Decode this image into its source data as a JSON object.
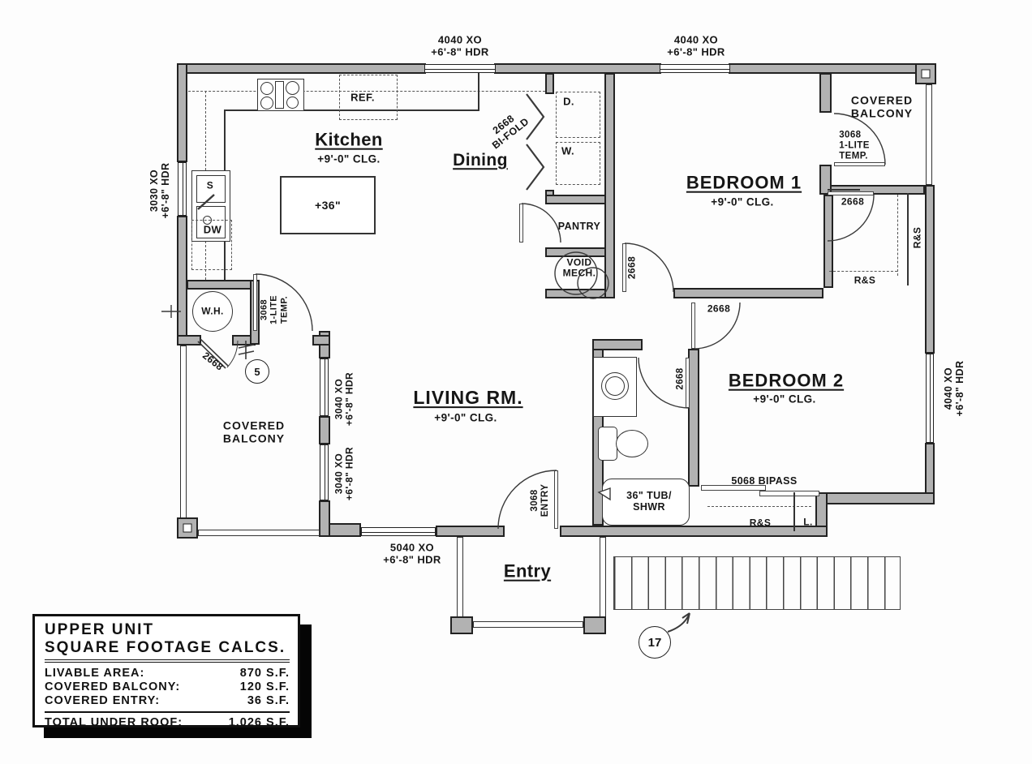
{
  "plan": {
    "windows": {
      "top_left": "4040 XO\n+6'-8\" HDR",
      "top_right": "4040 XO\n+6'-8\" HDR",
      "left": "3030 XO\n+6'-8\" HDR",
      "balcony_upper": "3040 XO\n+6'-8\" HDR",
      "balcony_lower": "3040 XO\n+6'-8\" HDR",
      "right": "4040 XO\n+6'-8\" HDR",
      "bottom": "5040 XO\n+6'-8\" HDR"
    },
    "rooms": {
      "kitchen": {
        "name": "Kitchen",
        "ceiling": "+9'-0\" CLG."
      },
      "dining": {
        "name": "Dining"
      },
      "living": {
        "name": "LIVING RM.",
        "ceiling": "+9'-0\" CLG."
      },
      "bedroom1": {
        "name": "BEDROOM 1",
        "ceiling": "+9'-0\" CLG."
      },
      "bedroom2": {
        "name": "BEDROOM 2",
        "ceiling": "+9'-0\" CLG."
      },
      "entry": {
        "name": "Entry"
      },
      "pantry": {
        "name": "PANTRY"
      },
      "void_mech": {
        "name": "VOID\nMECH."
      },
      "balcony_left": {
        "name": "COVERED\nBALCONY"
      },
      "balcony_right": {
        "name": "COVERED\nBALCONY"
      }
    },
    "doors": {
      "laundry_bifold": "2668\nBI-FOLD",
      "balcony_right": "3068\n1-LITE\nTEMP.",
      "balcony_left": "3068\n1-LITE\nTEMP.",
      "bedroom1": "2668",
      "bedroom1_closet": "2668",
      "bedroom2": "2668",
      "bathroom": "2668",
      "water_heater": "2668",
      "entry": "3068\nENTRY",
      "bedroom2_closet": "5068 BIPASS"
    },
    "fixtures": {
      "refrigerator": "REF.",
      "sink": "S",
      "dishwasher": "DW",
      "island": "+36\"",
      "water_heater": "W.H.",
      "dryer": "D.",
      "washer": "W.",
      "tub": "36\" TUB/\nSHWR",
      "bed1_closet_shelf_v": "R&S",
      "bed1_closet_shelf_h": "R&S",
      "bed2_closet_shelf": "R&S",
      "linen": "L."
    },
    "keynotes": {
      "water_heater_area": "5",
      "stairs": "17"
    }
  },
  "title_block": {
    "line1": "UPPER UNIT",
    "line2": "SQUARE FOOTAGE CALCS.",
    "rows": [
      {
        "label": "LIVABLE AREA:",
        "value": "870 S.F."
      },
      {
        "label": "COVERED BALCONY:",
        "value": "120 S.F."
      },
      {
        "label": "COVERED ENTRY:",
        "value": "36 S.F."
      }
    ],
    "total_label": "TOTAL UNDER ROOF:",
    "total_value": "1,026 S.F."
  }
}
